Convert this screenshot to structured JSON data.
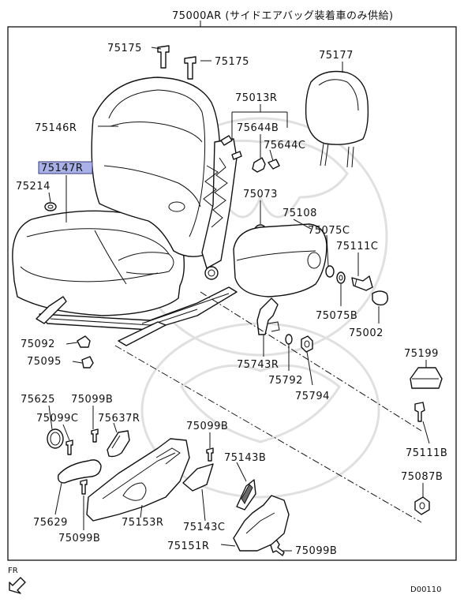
{
  "title": "75000AR (サイドエアバッグ装着車のみ供給)",
  "diagram_code": "D00110",
  "direction_mark": "FR",
  "highlighted_part": "75147R",
  "parts": {
    "p75175a": "75175",
    "p75175b": "75175",
    "p75177": "75177",
    "p75013R": "75013R",
    "p75146R": "75146R",
    "p75644B": "75644B",
    "p75644C": "75644C",
    "p75147R": "75147R",
    "p75214": "75214",
    "p75073": "75073",
    "p75108": "75108",
    "p75075C": "75075C",
    "p75111C": "75111C",
    "p75075B": "75075B",
    "p75002": "75002",
    "p75092": "75092",
    "p75095": "75095",
    "p75743R": "75743R",
    "p75792": "75792",
    "p75794": "75794",
    "p75199": "75199",
    "p75625": "75625",
    "p75099B_a": "75099B",
    "p75099C": "75099C",
    "p75637R": "75637R",
    "p75099B_b": "75099B",
    "p75111B": "75111B",
    "p75143B": "75143B",
    "p75087B": "75087B",
    "p75629": "75629",
    "p75153R": "75153R",
    "p75143C": "75143C",
    "p75099B_c": "75099B",
    "p75151R": "75151R",
    "p75099B_d": "75099B"
  }
}
